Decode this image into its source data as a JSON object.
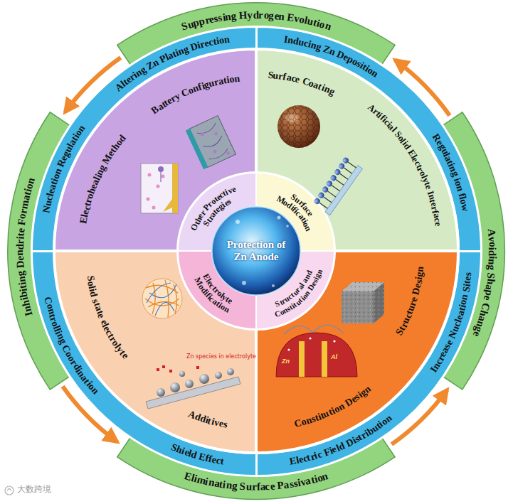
{
  "diagram": {
    "nodes": [
      {
        "text": [
          "Suppressing Hydrogen Evolution"
        ]
      },
      {
        "text": [
          "Avoiding Shape Change"
        ]
      },
      {
        "text": [
          "Eliminating Surface Passivation"
        ]
      },
      {
        "text": [
          "Inhibiting Dendrite Formation"
        ]
      },
      {
        "text": [
          "Altering Zn Plating Direction",
          "Nucleation Regulation"
        ]
      },
      {
        "text": [
          "Inducing Zn Deposition",
          "Regulating ion flow"
        ]
      },
      {
        "text": [
          "Increase Nucleation Sites",
          "Electric Field Distribution"
        ]
      },
      {
        "text": [
          "Shield Effect",
          "Controlling Coordination"
        ]
      },
      {
        "text": [
          "Battery Configuration",
          "Electrohealing Method"
        ]
      },
      {
        "text": [
          "Surface Coating",
          "Artificial Solid Electrolyte Interface"
        ]
      },
      {
        "text": [
          "Structure Design",
          "Constitution Design"
        ]
      },
      {
        "text": [
          "Solid state electrolyte",
          "Additives"
        ]
      },
      {
        "text": [
          "Other Protective Strategies"
        ]
      },
      {
        "text": [
          "Surface Modification"
        ]
      },
      {
        "text": [
          "Structural and Constitution Design"
        ]
      },
      {
        "text": [
          "Electrolyte Modification"
        ]
      },
      {
        "text": [
          "Protection of Zn Anode"
        ]
      }
    ],
    "edges": [
      {
        "from": 1,
        "to": 0,
        "arrow": "to"
      },
      {
        "from": 0,
        "to": 3,
        "arrow": "to"
      },
      {
        "from": 3,
        "to": 2,
        "arrow": "to"
      },
      {
        "from": 2,
        "to": 1,
        "arrow": "to"
      }
    ],
    "labels": [
      "Zn species in electrolyte",
      "Zn",
      "Al",
      "大数跨境"
    ]
  }
}
